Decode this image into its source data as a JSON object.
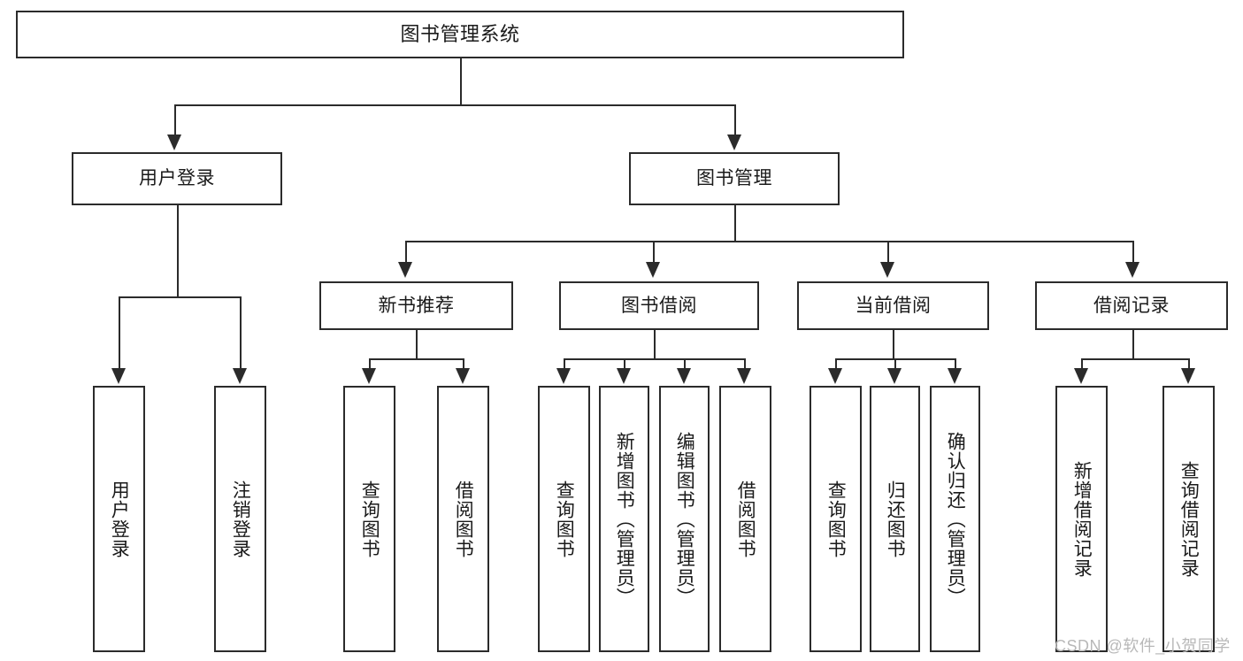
{
  "diagram": {
    "type": "tree-hierarchy",
    "title": "图书管理系统",
    "watermark": "CSDN @软件_小贺同学",
    "colors": {
      "stroke": "#2b2b2b",
      "fill": "#ffffff",
      "text": "#1a1a1a",
      "watermark": "#b8b8b8"
    },
    "root": {
      "label": "图书管理系统"
    },
    "level2": [
      {
        "label": "用户登录"
      },
      {
        "label": "图书管理"
      }
    ],
    "level3": [
      {
        "label": "新书推荐"
      },
      {
        "label": "图书借阅"
      },
      {
        "label": "当前借阅"
      },
      {
        "label": "借阅记录"
      }
    ],
    "leaves": {
      "user_login": [
        {
          "label": "用户登录"
        },
        {
          "label": "注销登录"
        }
      ],
      "new_book_recommend": [
        {
          "label": "查询图书"
        },
        {
          "label": "借阅图书"
        }
      ],
      "book_borrow": [
        {
          "label": "查询图书"
        },
        {
          "label": "新增图书（管理员）"
        },
        {
          "label": "编辑图书（管理员）"
        },
        {
          "label": "借阅图书"
        }
      ],
      "current_borrow": [
        {
          "label": "查询图书"
        },
        {
          "label": "归还图书"
        },
        {
          "label": "确认归还（管理员）"
        }
      ],
      "borrow_records": [
        {
          "label": "新增借阅记录"
        },
        {
          "label": "查询借阅记录"
        }
      ]
    }
  }
}
